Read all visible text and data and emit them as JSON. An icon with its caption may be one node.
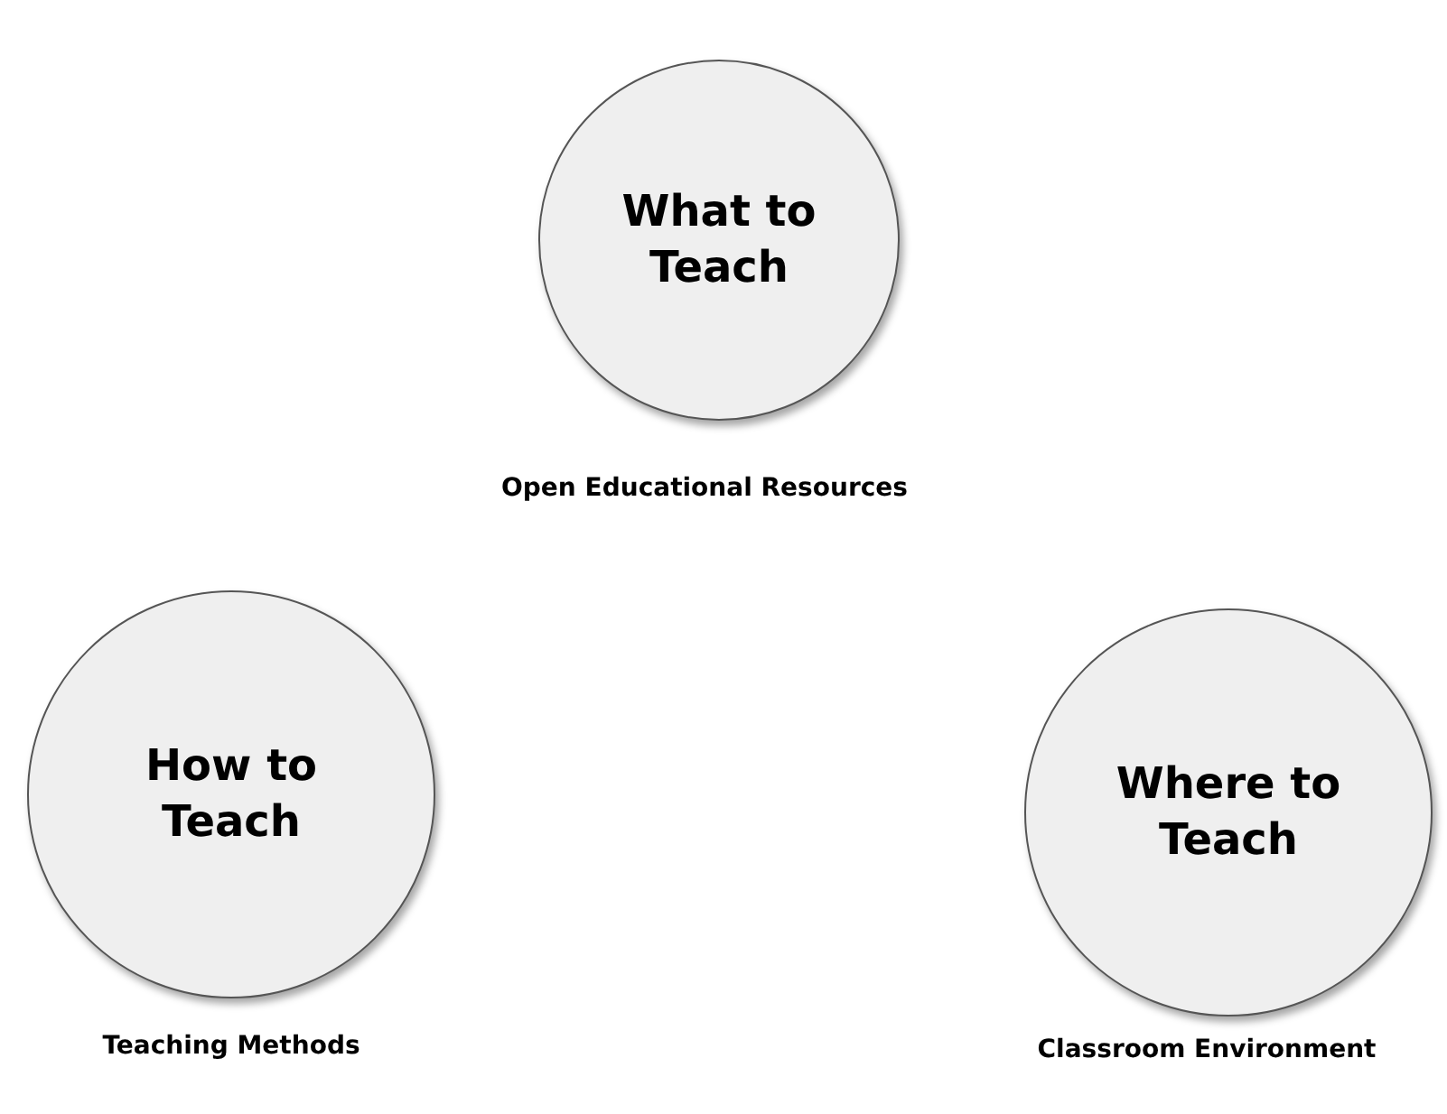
{
  "diagram": {
    "nodes": [
      {
        "text": [
          "What to Teach"
        ],
        "beside": [
          "Open Educational Resources"
        ]
      },
      {
        "text": [
          "How to Teach"
        ],
        "beside": [
          "Teaching Methods"
        ]
      },
      {
        "text": [
          "Where to Teach"
        ],
        "beside": [
          "Classroom Environment"
        ]
      }
    ]
  }
}
